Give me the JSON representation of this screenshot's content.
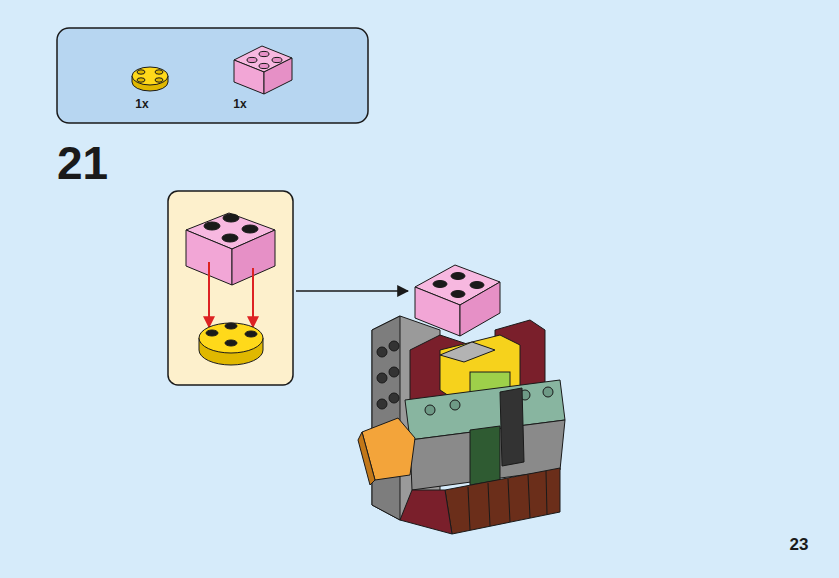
{
  "diagram": {
    "labels": [
      "1x",
      "1x",
      "21",
      "23"
    ]
  }
}
